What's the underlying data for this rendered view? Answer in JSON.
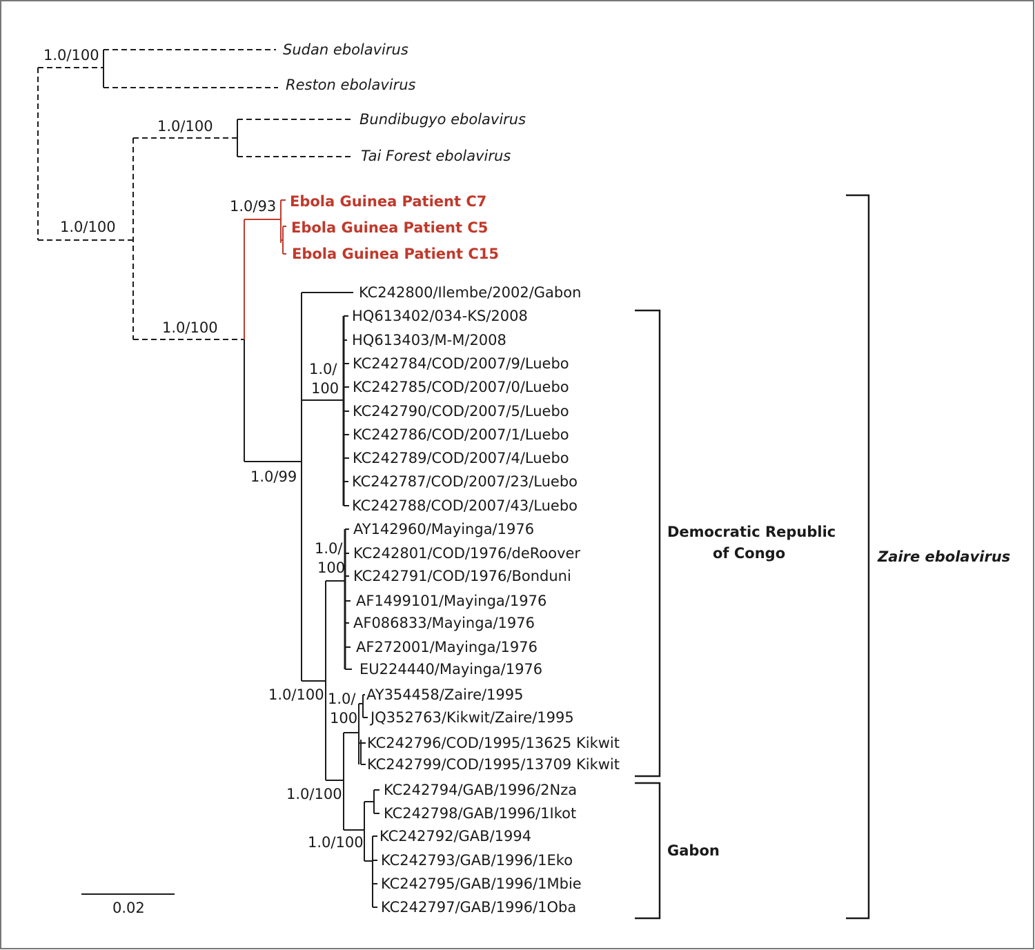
{
  "tree": {
    "outgroups": [
      "Sudan ebolavirus",
      "Reston ebolavirus",
      "Bundibugyo ebolavirus",
      "Tai Forest ebolavirus"
    ],
    "guinea_taxa": [
      "Ebola Guinea Patient C7",
      "Ebola Guinea Patient C5",
      "Ebola Guinea Patient C15"
    ],
    "zaire_taxa": [
      "KC242800/Ilembe/2002/Gabon",
      "HQ613402/034-KS/2008",
      "HQ613403/M-M/2008",
      "KC242784/COD/2007/9/Luebo",
      "KC242785/COD/2007/0/Luebo",
      "KC242790/COD/2007/5/Luebo",
      "KC242786/COD/2007/1/Luebo",
      "KC242789/COD/2007/4/Luebo",
      "KC242787/COD/2007/23/Luebo",
      "KC242788/COD/2007/43/Luebo",
      "AY142960/Mayinga/1976",
      "KC242801/COD/1976/deRoover",
      "KC242791/COD/1976/Bonduni",
      "AF1499101/Mayinga/1976",
      "AF086833/Mayinga/1976",
      "AF272001/Mayinga/1976",
      "EU224440/Mayinga/1976",
      "AY354458/Zaire/1995",
      "JQ352763/Kikwit/Zaire/1995",
      "KC242796/COD/1995/13625 Kikwit",
      "KC242799/COD/1995/13709 Kikwit",
      "KC242794/GAB/1996/2Nza",
      "KC242798/GAB/1996/1Ikot",
      "KC242792/GAB/1994",
      "KC242793/GAB/1996/1Eko",
      "KC242795/GAB/1996/1Mbie",
      "KC242797/GAB/1996/1Oba"
    ],
    "support": {
      "sudan_reston": "1.0/100",
      "bundibugyo_tai": "1.0/100",
      "root_ingroup": "1.0/100",
      "zaire_species": "1.0/100",
      "guinea_clade": "1.0/93",
      "central_africa": "1.0/99",
      "luebo_line1": "1.0/",
      "luebo_line2": "100",
      "mayinga_line1": "1.0/",
      "mayinga_line2": "100",
      "dr_congo_gabon": "1.0/100",
      "kikwit_line1": "1.0/",
      "kikwit_line2": "100",
      "gabon_clade": "1.0/100",
      "gabon_subclade": "1.0/100"
    }
  },
  "groups": {
    "drc_line1": "Democratic Republic",
    "drc_line2": "of Congo",
    "gabon": "Gabon",
    "zaire": "Zaire ebolavirus"
  },
  "scale_bar": {
    "label": "0.02",
    "value": 0.02
  },
  "colors": {
    "guinea": "#c0392b",
    "branches": "#1a1a1a",
    "frame": "#777777"
  }
}
